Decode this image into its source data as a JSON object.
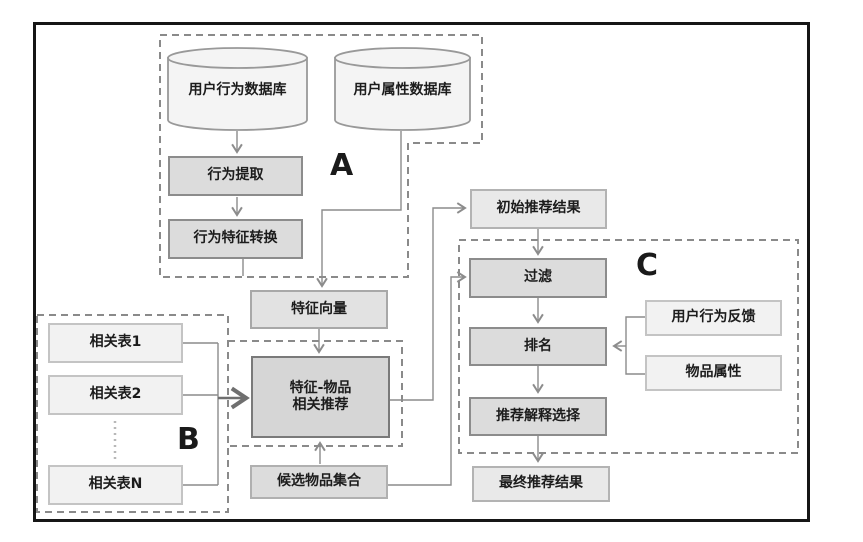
{
  "groups": {
    "a": "A",
    "b": "B",
    "c": "C"
  },
  "nodes": {
    "user_behavior_db": "用户行为数据库",
    "user_attr_db": "用户属性数据库",
    "behavior_extract": "行为提取",
    "behavior_feature_convert": "行为特征转换",
    "feature_vector": "特征向量",
    "rel_table_1": "相关表1",
    "rel_table_2": "相关表2",
    "rel_table_n": "相关表N",
    "feature_item_rec": "特征-物品\n相关推荐",
    "candidate_items": "候选物品集合",
    "initial_result": "初始推荐结果",
    "filter": "过滤",
    "rank": "排名",
    "explain_select": "推荐解释选择",
    "final_result": "最终推荐结果",
    "user_feedback": "用户行为反馈",
    "item_attrs": "物品属性"
  },
  "edges": [
    [
      "user_behavior_db",
      "behavior_extract"
    ],
    [
      "behavior_extract",
      "behavior_feature_convert"
    ],
    [
      "behavior_feature_convert",
      "group_a_boundary"
    ],
    [
      "user_attr_db",
      "feature_vector"
    ],
    [
      "feature_vector",
      "feature_item_rec"
    ],
    [
      "rel_table_1",
      "feature_item_rec"
    ],
    [
      "rel_table_2",
      "feature_item_rec"
    ],
    [
      "rel_table_n",
      "feature_item_rec"
    ],
    [
      "feature_item_rec",
      "initial_result"
    ],
    [
      "candidate_items",
      "feature_item_rec"
    ],
    [
      "candidate_items",
      "filter"
    ],
    [
      "initial_result",
      "filter"
    ],
    [
      "filter",
      "rank"
    ],
    [
      "rank",
      "explain_select"
    ],
    [
      "explain_select",
      "final_result"
    ],
    [
      "user_feedback",
      "rank"
    ],
    [
      "item_attrs",
      "rank"
    ]
  ],
  "colors": {
    "process_fill": "#dcdcdc",
    "core_fill": "#d6d6d6",
    "result_fill": "#e9e9e9",
    "input_fill": "#f2f2f2",
    "cylinder_fill": "#f4f4f4",
    "connector": "#8c8c8c",
    "dashed_outline": "#8a8a8a",
    "frame": "#161616"
  }
}
